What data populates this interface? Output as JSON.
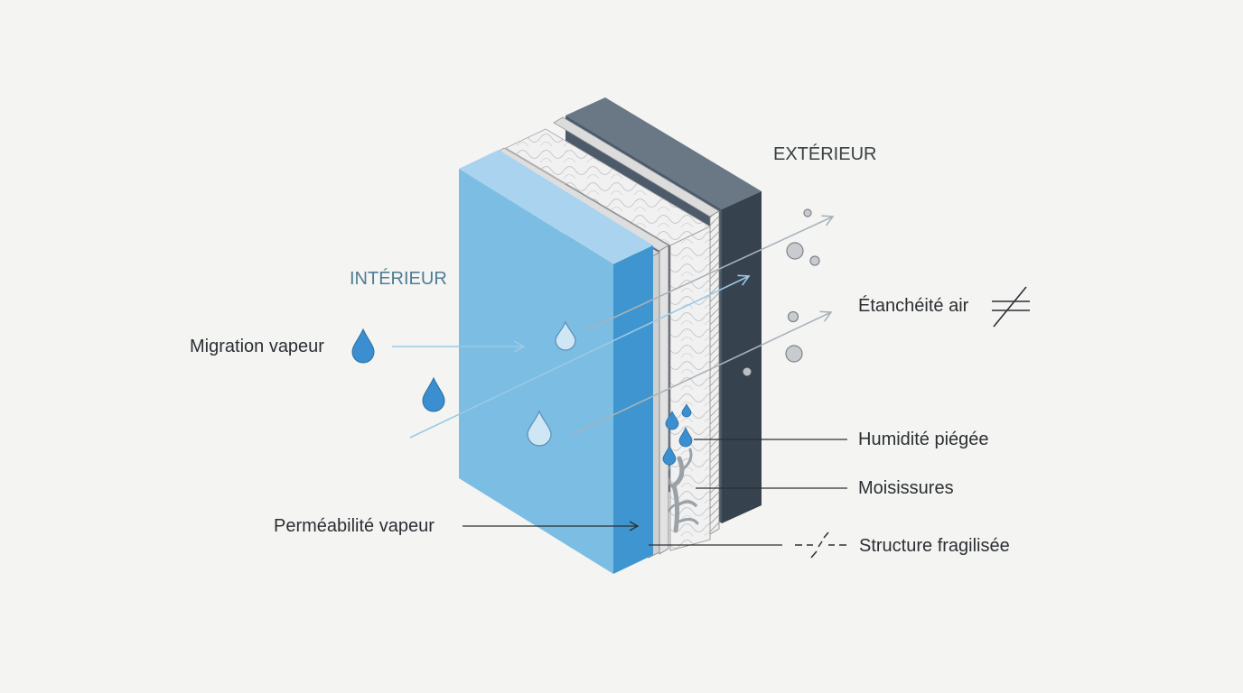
{
  "labels": {
    "interior": "INTÉRIEUR",
    "exterior": "EXTÉRIEUR",
    "vapor_migration": "Migration vapeur",
    "vapor_permeability": "Perméabilité vapeur",
    "airtightness": "Étanchéité air",
    "trapped_moisture": "Humidité piégée",
    "mold": "Moisissures",
    "weakened_structure": "Structure fragilisée"
  },
  "icons": {
    "vapor_drop": "water-drop-icon",
    "airtightness": "not-equal-icon",
    "weakened_structure": "broken-line-icon"
  },
  "colors": {
    "interior_panel": "#7bbde3",
    "interior_edge": "#3e95cf",
    "exterior_panel": "#4c5a6a",
    "insulation": "#eeeeee",
    "drop": "#3b8fd0",
    "interior_label": "#4f7d94"
  }
}
